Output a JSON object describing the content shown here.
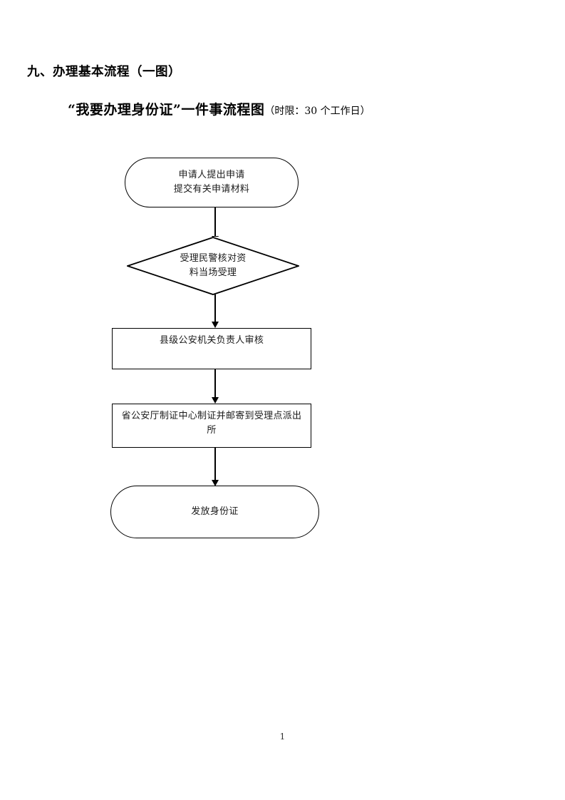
{
  "page": {
    "section_heading": "九、办理基本流程（一图）",
    "title_main": "“我要办理身份证”一件事流程图",
    "title_suffix": "（时限：30 个工作日）",
    "page_number": "1",
    "background_color": "#ffffff",
    "text_color": "#000000",
    "stroke_color": "#000000"
  },
  "flowchart": {
    "type": "flowchart",
    "orientation": "top-to-bottom",
    "nodes": [
      {
        "id": "n1",
        "shape": "stadium",
        "text": "申请人提出申请\n提交有关申请材料",
        "lines": [
          "申请人提出申请",
          "提交有关申请材料"
        ]
      },
      {
        "id": "n2",
        "shape": "diamond",
        "text": "受理民警核对资\n料当场受理",
        "lines": [
          "受理民警核对资",
          "料当场受理"
        ]
      },
      {
        "id": "n3",
        "shape": "box",
        "text": "县级公安机关负责人审核",
        "lines": [
          "县级公安机关负责人审核"
        ]
      },
      {
        "id": "n4",
        "shape": "box",
        "text": "省公安厅制证中心制证并邮寄到受理点派出\n所",
        "lines": [
          "省公安厅制证中心制证并邮寄到受理点派出",
          "所"
        ]
      },
      {
        "id": "n5",
        "shape": "stadium",
        "text": "发放身份证",
        "lines": [
          "发放身份证"
        ]
      }
    ],
    "edges": [
      {
        "from": "n1",
        "to": "n2",
        "style": "arrow-down",
        "label": ""
      },
      {
        "from": "n2",
        "to": "n3",
        "style": "arrow-down",
        "label": ""
      },
      {
        "from": "n3",
        "to": "n4",
        "style": "arrow-down",
        "label": ""
      },
      {
        "from": "n4",
        "to": "n5",
        "style": "arrow-down",
        "label": ""
      }
    ]
  }
}
